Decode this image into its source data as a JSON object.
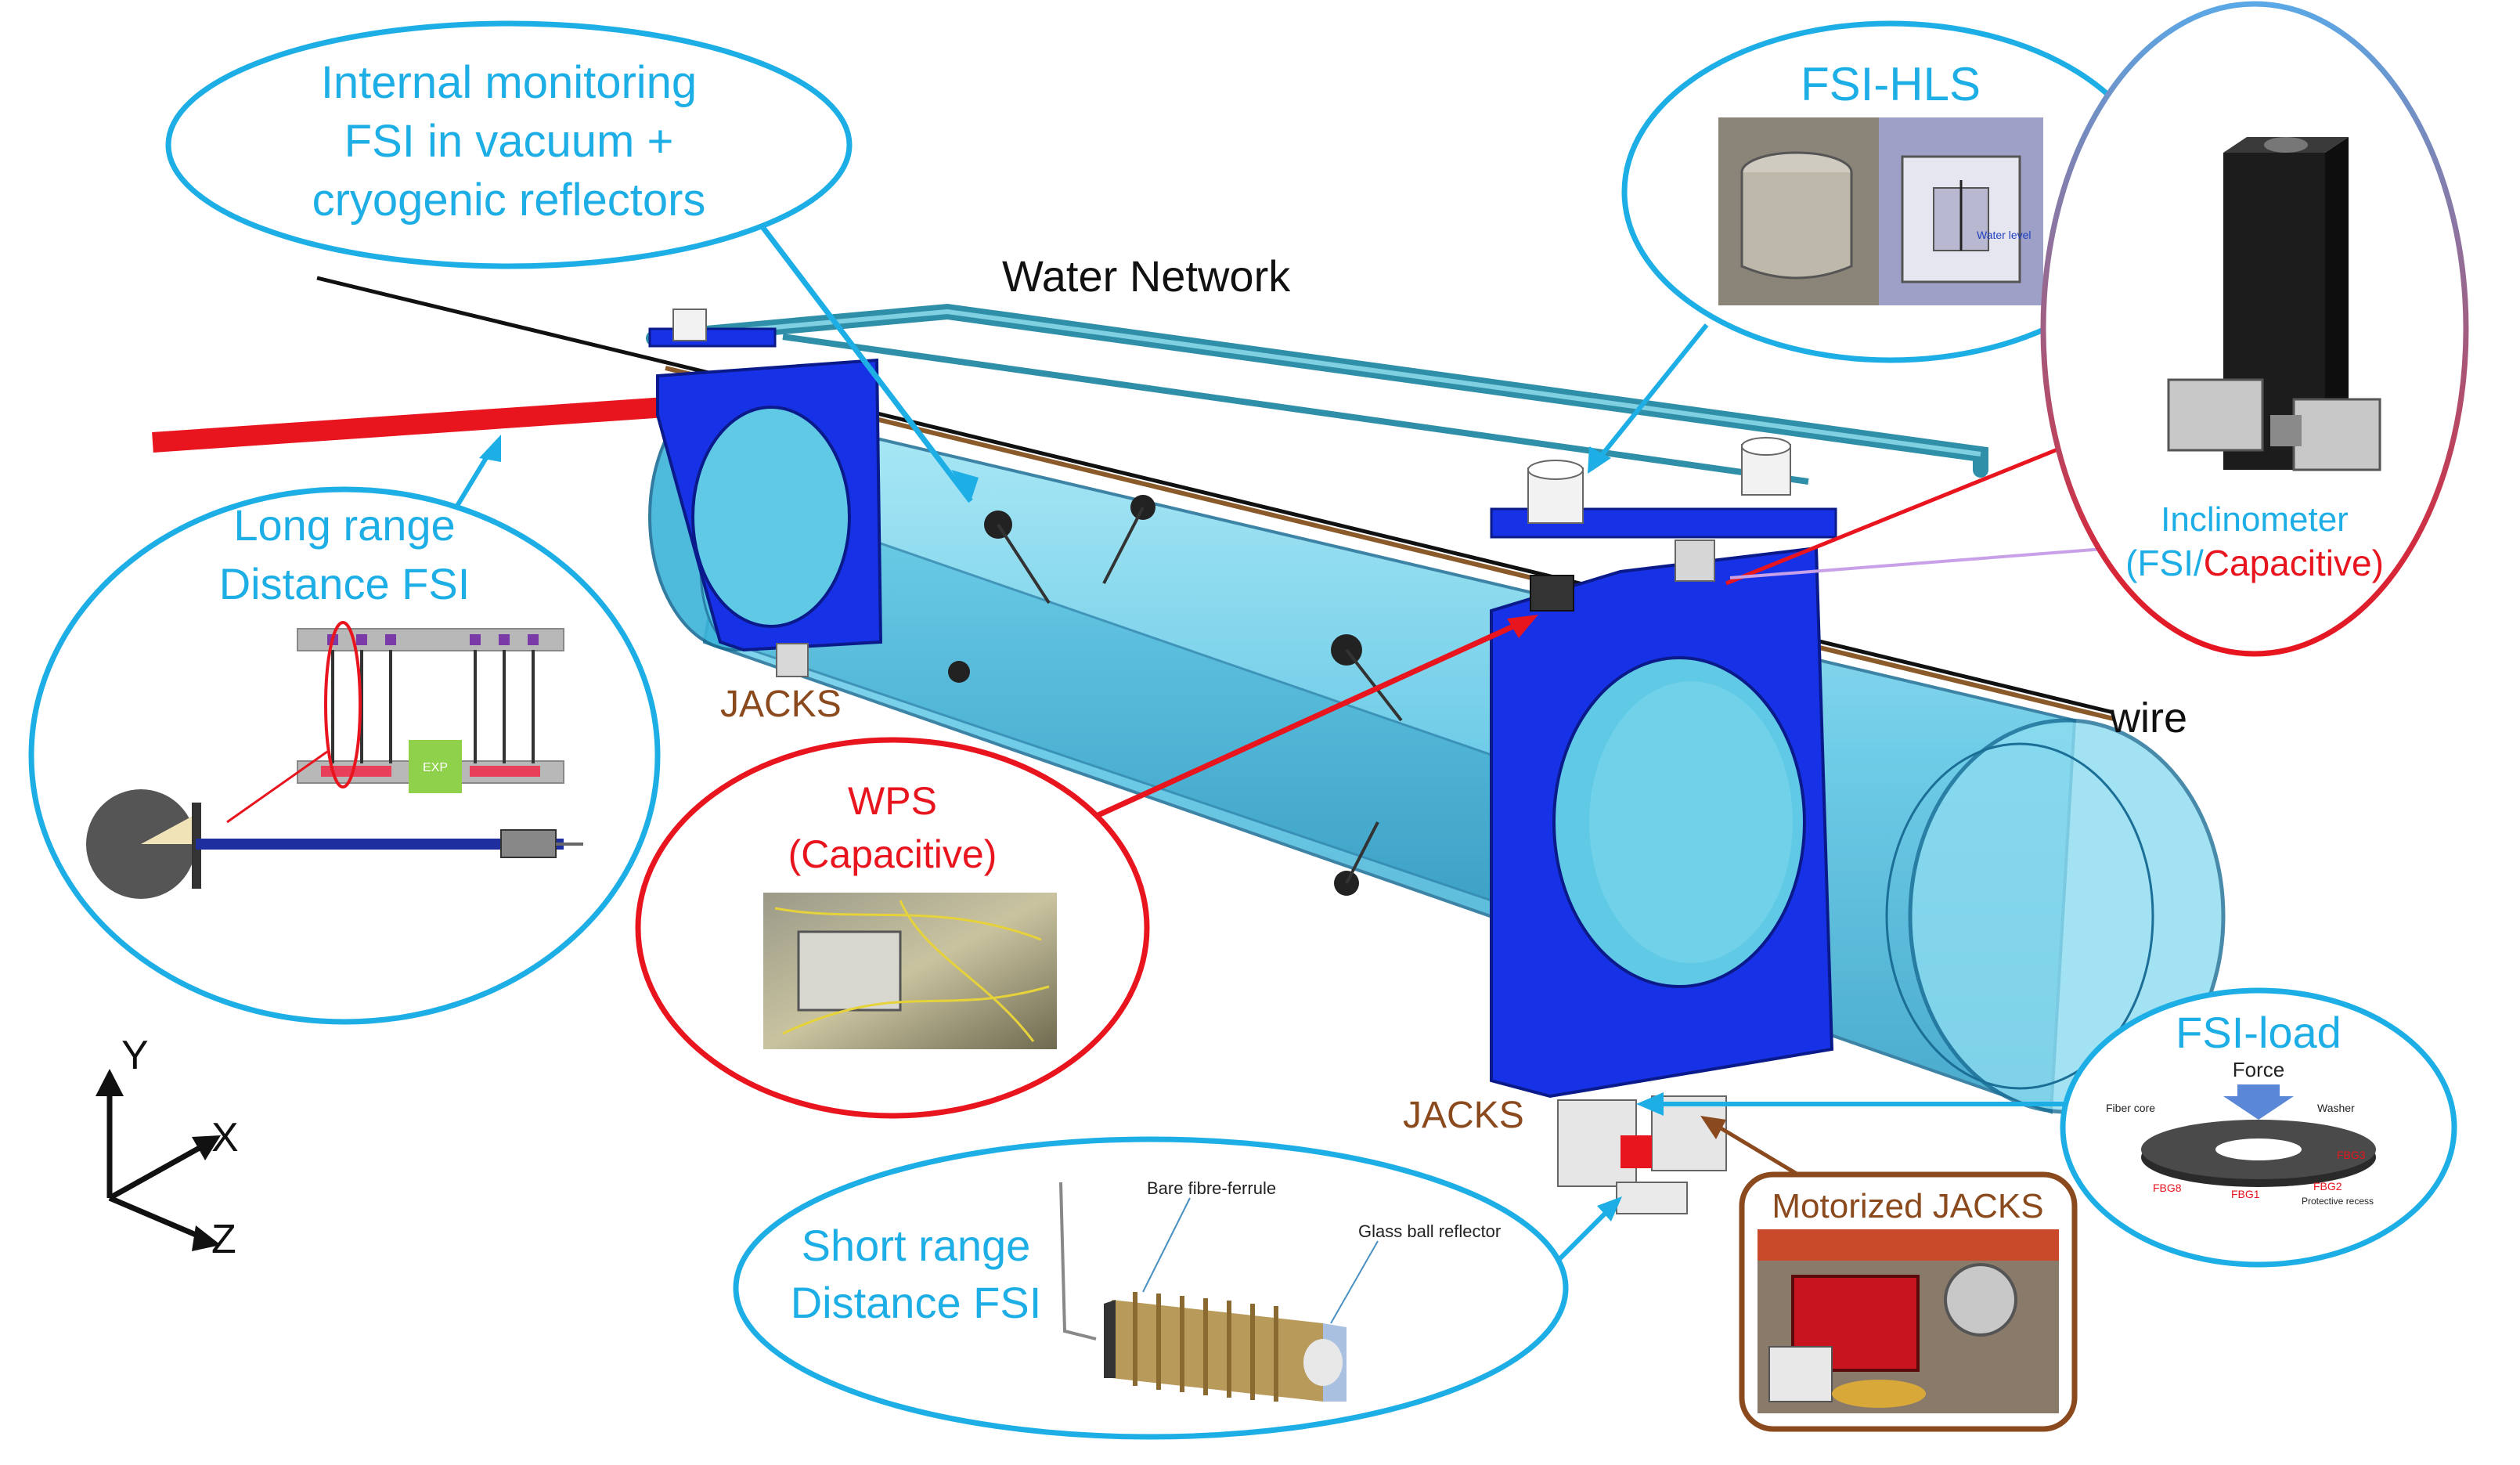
{
  "callouts": {
    "internal": {
      "lines": [
        "Internal monitoring",
        "FSI in vacuum +",
        "cryogenic reflectors"
      ]
    },
    "long_range": {
      "lines": [
        "Long range",
        "Distance FSI"
      ],
      "exp_label": "EXP"
    },
    "wps": {
      "lines": [
        "WPS",
        "(Capacitive)"
      ]
    },
    "short_range": {
      "lines": [
        "Short range",
        "Distance FSI"
      ],
      "bare_fibre": "Bare fibre-ferrule",
      "glass_ball": "Glass ball reflector"
    },
    "fsi_hls": {
      "title": "FSI-HLS",
      "inner_label": "Water level"
    },
    "inclinometer": {
      "line1": "Inclinometer",
      "open": "(FSI/",
      "capacitive": "Capacitive",
      "close": ")"
    },
    "fsi_load": {
      "title": "FSI-load",
      "force": "Force",
      "fiber_core": "Fiber core",
      "washer": "Washer",
      "fbg3": "FBG3",
      "fbg2": "FBG2",
      "fbg1": "FBG1",
      "fbg8": "FBG8",
      "recess": "Protective recess"
    },
    "motorized": {
      "title": "Motorized JACKS"
    }
  },
  "labels": {
    "water_network": "Water Network",
    "wire": "wire",
    "jacks_left": "JACKS",
    "jacks_right": "JACKS"
  },
  "axes": {
    "y": "Y",
    "x": "X",
    "z": "Z"
  },
  "colors": {
    "callout_blue": "#1eaee6",
    "callout_red": "#e8141e",
    "callout_brown": "#8b4a1e",
    "support_blue": "#1732e6",
    "tube_cyan": "#6fd3ec",
    "jacks_text": "#8b4a1e"
  }
}
